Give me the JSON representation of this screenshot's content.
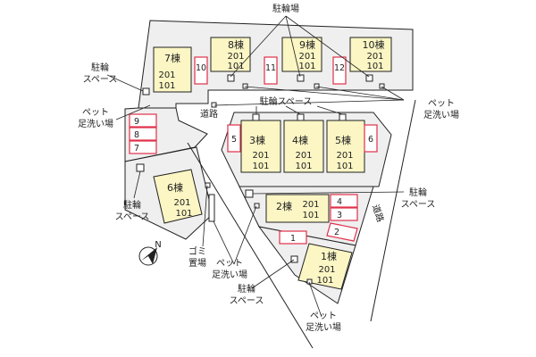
{
  "labels": {
    "bike_top": "駐輪場",
    "bike_left": [
      "駐輪",
      "スペース"
    ],
    "pet_left": [
      "ペット",
      "足洗い場"
    ],
    "road_mid": "道路",
    "bike_center": "駐輪スペース",
    "pet_right": [
      "ペット",
      "足洗い場"
    ],
    "bike_right": [
      "駐輪",
      "スペース"
    ],
    "road_right": "道路",
    "bike_lower_left": [
      "駐輪",
      "スペース"
    ],
    "garbage": [
      "ゴミ",
      "置場"
    ],
    "pet_lower": [
      "ペット",
      "足洗い場"
    ],
    "bike_bottom": [
      "駐輪",
      "スペース"
    ],
    "pet_bottom": [
      "ペット",
      "足洗い場"
    ]
  },
  "buildings": [
    {
      "name": "7棟",
      "upper": "201",
      "lower": "101"
    },
    {
      "name": "8棟",
      "upper": "201",
      "lower": "101"
    },
    {
      "name": "9棟",
      "upper": "201",
      "lower": "101"
    },
    {
      "name": "10棟",
      "upper": "201",
      "lower": "101"
    },
    {
      "name": "3棟",
      "upper": "201",
      "lower": "101"
    },
    {
      "name": "4棟",
      "upper": "201",
      "lower": "101"
    },
    {
      "name": "5棟",
      "upper": "201",
      "lower": "101"
    },
    {
      "name": "6棟",
      "upper": "201",
      "lower": "101"
    },
    {
      "name": "2棟",
      "upper": "201",
      "lower": "101"
    },
    {
      "name": "1棟",
      "upper": "201",
      "lower": "101"
    }
  ],
  "parking": [
    "10",
    "11",
    "12",
    "9",
    "8",
    "7",
    "5",
    "6",
    "4",
    "3",
    "2",
    "1"
  ],
  "compass": "N",
  "colors": {
    "building_fill": "#fbf6c4",
    "parking_stroke": "#e0304a",
    "lot_fill": "#efefef",
    "line": "#222222"
  }
}
